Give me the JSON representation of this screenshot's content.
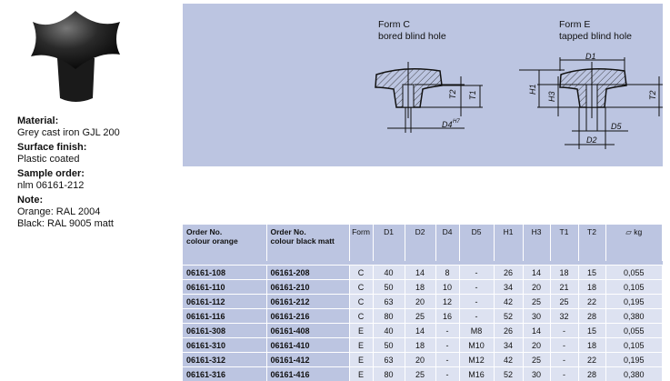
{
  "info": [
    {
      "label": "Material:",
      "value": "Grey cast iron GJL 200"
    },
    {
      "label": "Surface finish:",
      "value": "Plastic coated"
    },
    {
      "label": "Sample order:",
      "value": "nlm 06161-212"
    },
    {
      "label": "Note:",
      "value": "Orange: RAL 2004",
      "value2": "Black: RAL 9005 matt"
    }
  ],
  "drawing": {
    "form_c": {
      "title": "Form C",
      "subtitle": "bored blind hole",
      "dims": [
        "T2",
        "T1",
        "D4",
        "H7"
      ]
    },
    "form_e": {
      "title": "Form E",
      "subtitle": "tapped blind hole",
      "dims": [
        "D1",
        "H1",
        "H3",
        "T2",
        "D5",
        "D2"
      ]
    }
  },
  "table": {
    "headers": [
      "Order No.\ncolour orange",
      "Order No.\ncolour black matt",
      "Form",
      "D1",
      "D2",
      "D4",
      "D5",
      "H1",
      "H3",
      "T1",
      "T2",
      "kg"
    ],
    "weight_icon": "weight-icon",
    "rows": [
      [
        "06161-108",
        "06161-208",
        "C",
        "40",
        "14",
        "8",
        "-",
        "26",
        "14",
        "18",
        "15",
        "0,055"
      ],
      [
        "06161-110",
        "06161-210",
        "C",
        "50",
        "18",
        "10",
        "-",
        "34",
        "20",
        "21",
        "18",
        "0,105"
      ],
      [
        "06161-112",
        "06161-212",
        "C",
        "63",
        "20",
        "12",
        "-",
        "42",
        "25",
        "25",
        "22",
        "0,195"
      ],
      [
        "06161-116",
        "06161-216",
        "C",
        "80",
        "25",
        "16",
        "-",
        "52",
        "30",
        "32",
        "28",
        "0,380"
      ],
      [
        "06161-308",
        "06161-408",
        "E",
        "40",
        "14",
        "-",
        "M8",
        "26",
        "14",
        "-",
        "15",
        "0,055"
      ],
      [
        "06161-310",
        "06161-410",
        "E",
        "50",
        "18",
        "-",
        "M10",
        "34",
        "20",
        "-",
        "18",
        "0,105"
      ],
      [
        "06161-312",
        "06161-412",
        "E",
        "63",
        "20",
        "-",
        "M12",
        "42",
        "25",
        "-",
        "22",
        "0,195"
      ],
      [
        "06161-316",
        "06161-416",
        "E",
        "80",
        "25",
        "-",
        "M16",
        "52",
        "30",
        "-",
        "28",
        "0,380"
      ]
    ]
  }
}
